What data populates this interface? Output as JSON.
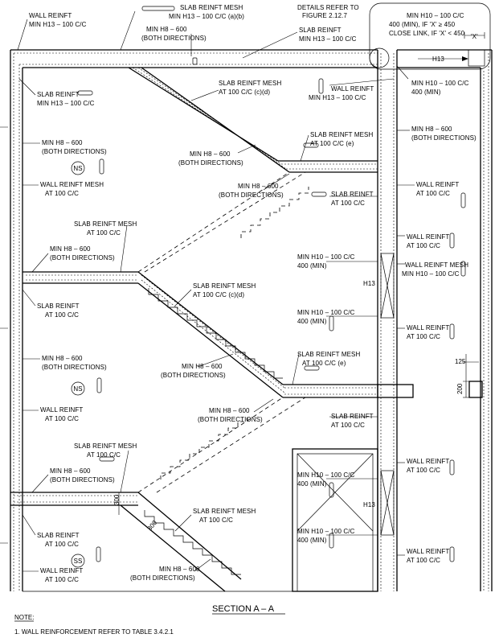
{
  "section_title": "SECTION A – A",
  "note": {
    "heading": "NOTE:",
    "items": [
      "1. WALL REINFORCEMENT REFER TO TABLE 3.4.2.1"
    ]
  },
  "details_ref": [
    "DETAILS REFER TO",
    "FIGURE 2.12.7"
  ],
  "detail_box": {
    "line1": "MIN H10 – 100 C/C",
    "line2": "400 (MIN), IF 'X' ≥ 450",
    "line3": "CLOSE LINK, IF 'X' < 450",
    "x_label": "'X'",
    "bar_label": "H13"
  },
  "markers": [
    "NS",
    "NS",
    "SS"
  ],
  "dimensions": [
    "125",
    "200",
    "300",
    "300"
  ],
  "labels": {
    "top_wall": [
      "WALL REINFT",
      "MIN H13 – 100 C/C"
    ],
    "top_slab_mesh": [
      "SLAB REINFT MESH",
      "MIN H13 – 100 C/C (a)(b)"
    ],
    "top_h8": [
      "MIN H8 – 600",
      "(BOTH DIRECTIONS)"
    ],
    "top_slab_reinft": [
      "SLAB REINFT",
      "MIN H13 – 100 C/C"
    ],
    "slab_left_top": [
      "SLAB REINFT",
      "MIN H13 – 100 C/C"
    ],
    "flight1_mesh": [
      "SLAB REINFT MESH",
      "AT 100 C/C (c)(d)"
    ],
    "wall_right_top": [
      "WALL REINFT",
      "MIN H13 – 100 C/C"
    ],
    "min_h10_top": [
      "MIN H10 – 100 C/C",
      "400 (MIN)"
    ],
    "min_h8_r1": [
      "MIN H8 – 600",
      "(BOTH DIRECTIONS)"
    ],
    "min_h8_l1": [
      "MIN H8 – 600",
      "(BOTH DIRECTIONS)"
    ],
    "landing1_mesh": [
      "SLAB REINFT MESH",
      "AT 100 C/C (e)"
    ],
    "min_h8_mid1": [
      "MIN H8 – 600",
      "(BOTH DIRECTIONS)"
    ],
    "wall_mesh_l1": [
      "WALL REINFT MESH",
      "AT 100 C/C"
    ],
    "min_h8_mid2": [
      "MIN H8 – 600",
      "(BOTH DIRECTIONS)"
    ],
    "slab_reinft_r1": [
      "SLAB REINFT",
      "AT 100 C/C"
    ],
    "wall_reinft_r1": [
      "WALL REINFT",
      "AT 100 C/C"
    ],
    "slab_mesh_l2": [
      "SLAB REINFT MESH",
      "AT 100 C/C"
    ],
    "min_h8_l2": [
      "MIN H8 – 600",
      "(BOTH DIRECTIONS)"
    ],
    "wall_reinft_r2": [
      "WALL REINFT",
      "AT 100 C/C"
    ],
    "min_h10_r1": [
      "MIN H10 – 100 C/C",
      "400 (MIN)"
    ],
    "wall_mesh_r1": [
      "WALL REINFT MESH",
      "MIN H10 – 100 C/C"
    ],
    "flight2_mesh": [
      "SLAB REINFT MESH",
      "AT 100 C/C (c)(d)"
    ],
    "slab_reinft_l2": [
      "SLAB REINFT",
      "AT 100 C/C"
    ],
    "min_h10_r2": [
      "MIN H10 – 100 C/C",
      "400 (MIN)"
    ],
    "wall_reinft_r3": [
      "WALL REINFT",
      "AT 100 C/C"
    ],
    "min_h8_l3": [
      "MIN H8 – 600",
      "(BOTH DIRECTIONS)"
    ],
    "landing2_mesh": [
      "SLAB REINFT MESH",
      "AT 100 C/C (e)"
    ],
    "min_h8_mid3": [
      "MIN H8 – 600",
      "(BOTH DIRECTIONS)"
    ],
    "wall_reinft_l3": [
      "WALL REINFT",
      "AT 100 C/C"
    ],
    "min_h8_mid4": [
      "MIN H8 – 600",
      "(BOTH DIRECTIONS)"
    ],
    "slab_reinft_r2": [
      "SLAB REINFT",
      "AT 100 C/C"
    ],
    "slab_mesh_l3": [
      "SLAB REINFT MESH",
      "AT 100 C/C"
    ],
    "min_h8_l4": [
      "MIN H8 – 600",
      "(BOTH DIRECTIONS)"
    ],
    "min_h10_r3": [
      "MIN H10 – 100 C/C",
      "400 (MIN)"
    ],
    "wall_reinft_r4": [
      "WALL REINFT",
      "AT 100 C/C"
    ],
    "flight3_mesh": [
      "SLAB REINFT MESH",
      "AT 100 C/C"
    ],
    "slab_reinft_l3": [
      "SLAB REINFT",
      "AT 100 C/C"
    ],
    "min_h10_r4": [
      "MIN H10 – 100 C/C",
      "400 (MIN)"
    ],
    "wall_reinft_r5": [
      "WALL REINFT",
      "AT 100 C/C"
    ],
    "wall_reinft_l4": [
      "WALL REINFT",
      "AT 100 C/C"
    ],
    "min_h8_bot": [
      "MIN H8 – 600",
      "(BOTH DIRECTIONS)"
    ],
    "h13_mid1": [
      "H13"
    ],
    "h13_mid2": [
      "H13"
    ]
  }
}
